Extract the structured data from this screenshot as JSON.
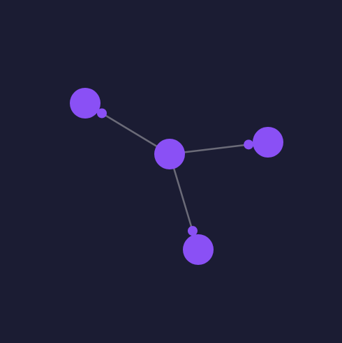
{
  "theme": {
    "background": "#1b1c33",
    "node_color": "#8a50f5",
    "edge_color": "#6b6b78"
  },
  "graph": {
    "nodes": [
      {
        "id": "center",
        "role": "hub"
      },
      {
        "id": "upper-left",
        "role": "leaf"
      },
      {
        "id": "right",
        "role": "leaf"
      },
      {
        "id": "bottom",
        "role": "leaf"
      }
    ],
    "edges": [
      {
        "from": "center",
        "to": "upper-left"
      },
      {
        "from": "center",
        "to": "right"
      },
      {
        "from": "center",
        "to": "bottom"
      }
    ]
  }
}
